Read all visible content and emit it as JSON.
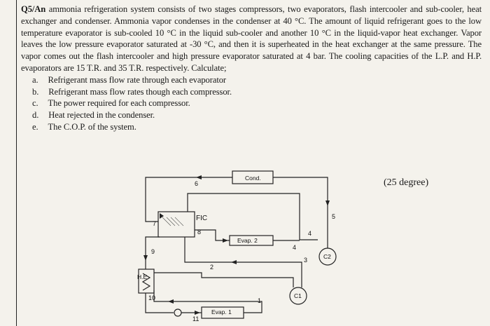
{
  "question": {
    "lead": "Q5/An",
    "text": "ammonia refrigeration system consists of two stages compressors, two evaporators, flash intercooler and sub-cooler, heat exchanger and condenser. Ammonia vapor condenses in the condenser at 40 °C. The amount of liquid refrigerant goes to the low temperature evaporator is sub-cooled 10 °C in the liquid sub-cooler and another 10 °C in the liquid-vapor heat exchanger. Vapor leaves the low pressure evaporator saturated at -30 °C, and then it is superheated in the heat exchanger at the same pressure. The vapor comes out the flash intercooler and high pressure evaporator saturated at 4 bar. The cooling capacities of the L.P. and H.P. evaporators are 15 T.R. and 35 T.R. respectively. Calculate;"
  },
  "items": [
    {
      "letter": "a.",
      "text": "Refrigerant mass flow rate through each evaporator"
    },
    {
      "letter": "b.",
      "text": "Refrigerant mass flow rates though each compressor."
    },
    {
      "letter": "c.",
      "text": "The power required for each compressor."
    },
    {
      "letter": "d.",
      "text": "Heat rejected in the condenser."
    },
    {
      "letter": "e.",
      "text": "The C.O.P. of the system."
    }
  ],
  "marks": "(25 degree)",
  "diagram": {
    "condenser": "Cond.",
    "flash_intercooler": "FIC",
    "evap2": "Evap. 2",
    "evap1": "Evap. 1",
    "heat_exchanger": "H.E",
    "comp1": "C1",
    "comp2": "C2",
    "points": {
      "p1": "1",
      "p2": "2",
      "p3": "3",
      "p4a": "4",
      "p4b": "4",
      "p5": "5",
      "p6": "6",
      "p7": "7",
      "p8": "8",
      "p9": "9",
      "p10": "10",
      "p11": "11"
    }
  }
}
